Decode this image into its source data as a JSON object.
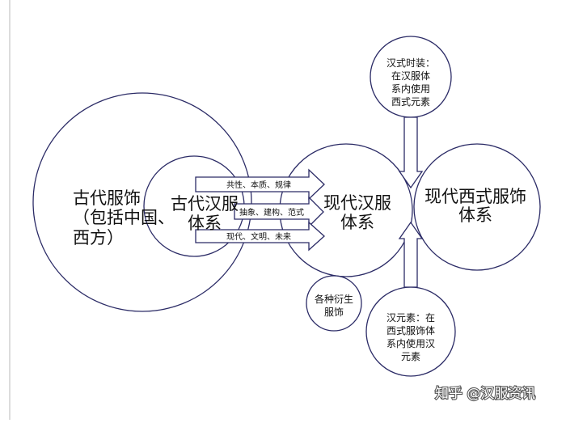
{
  "nodes": {
    "ancient_clothing": {
      "lines": [
        "古代服饰",
        "（包括中国、",
        "西方）"
      ]
    },
    "ancient_hanfu": {
      "lines": [
        "古代汉服",
        "体系"
      ]
    },
    "modern_hanfu": {
      "lines": [
        "现代汉服",
        "体系"
      ]
    },
    "modern_western": {
      "lines": [
        "现代西式服饰",
        "体系"
      ]
    },
    "han_style_fashion": {
      "lines": [
        "汉式时装：",
        "在汉服体",
        "系内使用",
        "西式元素"
      ]
    },
    "derived_clothing": {
      "lines": [
        "各种衍生",
        "服饰"
      ]
    },
    "han_elements": {
      "lines": [
        "汉元素：在",
        "西式服饰体",
        "系内使用汉",
        "元素"
      ]
    }
  },
  "arrows": [
    {
      "label": "共性、本质、规律"
    },
    {
      "label": "抽象、建构、范式"
    },
    {
      "label": "现代、文明、未来"
    }
  ],
  "watermark": {
    "text": "知乎 @汉服资讯"
  },
  "colors": {
    "outline": "#2b2b66",
    "text": "#111111",
    "background": "#ffffff"
  }
}
